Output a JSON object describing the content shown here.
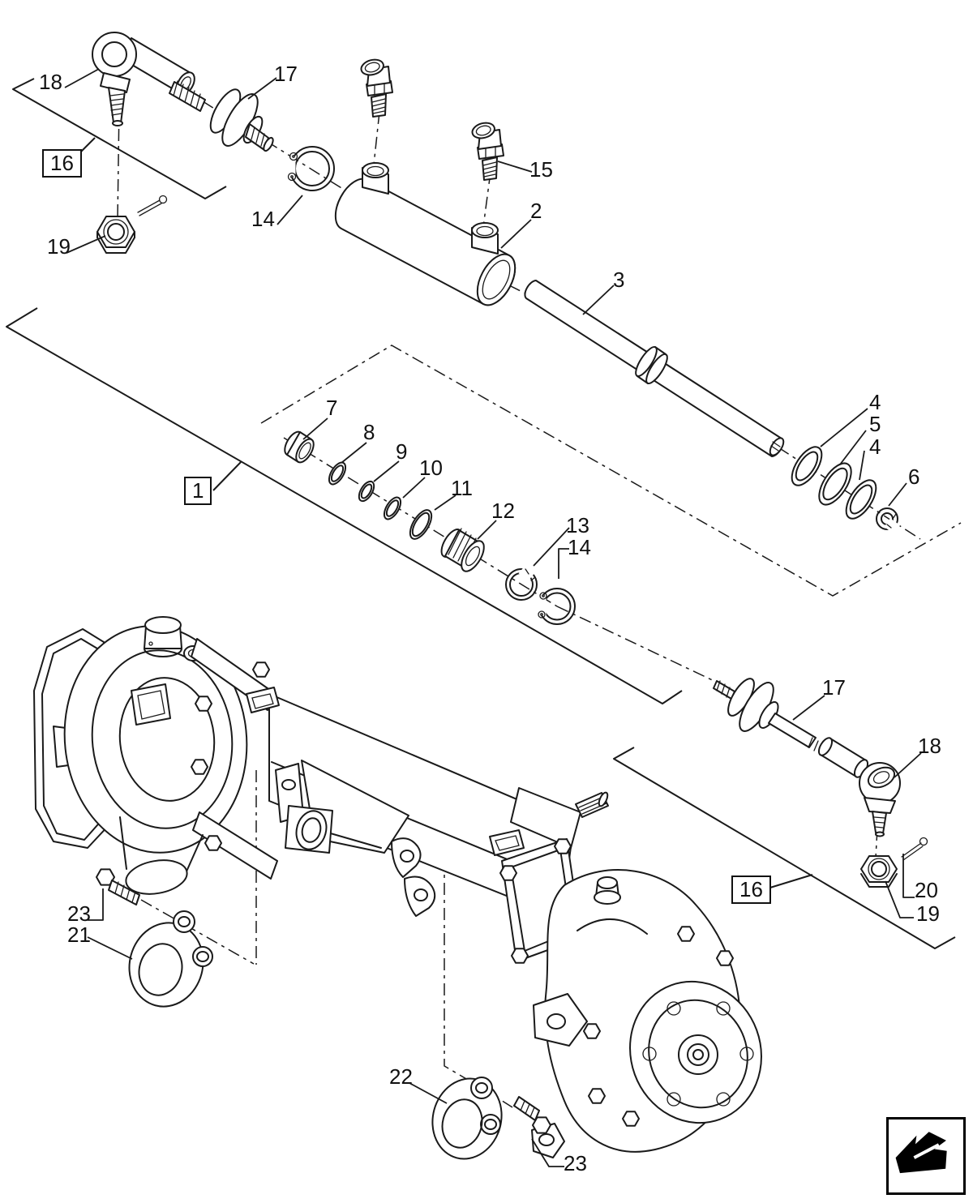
{
  "page": {
    "background": "#ffffff",
    "line_color": "#1a1a1a",
    "figure_type": "exploded-parts-diagram",
    "subject": "front axle, steering cylinder and tie rods"
  },
  "callouts": [
    {
      "label": "18"
    },
    {
      "label": "19"
    },
    {
      "label": "17"
    },
    {
      "label": "14"
    },
    {
      "label": "15"
    },
    {
      "label": "2"
    },
    {
      "label": "3"
    },
    {
      "label": "4"
    },
    {
      "label": "5"
    },
    {
      "label": "4"
    },
    {
      "label": "6"
    },
    {
      "label": "7"
    },
    {
      "label": "8"
    },
    {
      "label": "9"
    },
    {
      "label": "10"
    },
    {
      "label": "11"
    },
    {
      "label": "12"
    },
    {
      "label": "13"
    },
    {
      "label": "14"
    },
    {
      "label": "17"
    },
    {
      "label": "18"
    },
    {
      "label": "20"
    },
    {
      "label": "19"
    },
    {
      "label": "23"
    },
    {
      "label": "21"
    },
    {
      "label": "22"
    },
    {
      "label": "23"
    }
  ],
  "boxed_callouts": [
    {
      "label": "16"
    },
    {
      "label": "1"
    },
    {
      "label": "16"
    }
  ],
  "nav_icon": {
    "name": "return-arrow",
    "color": "#000000"
  }
}
